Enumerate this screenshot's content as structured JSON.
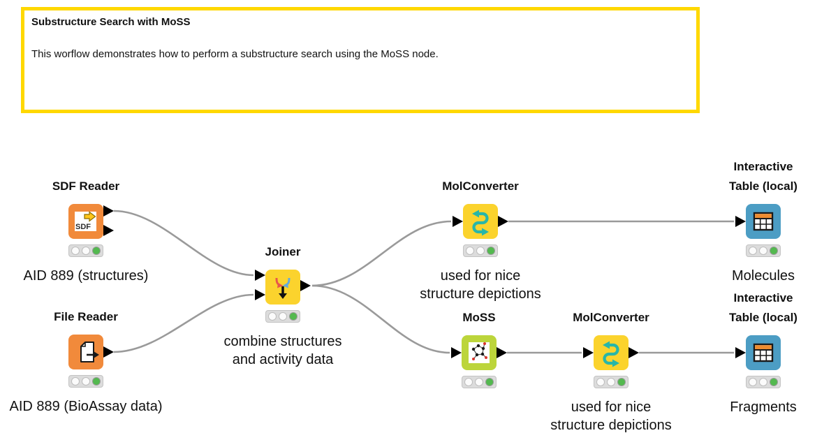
{
  "annotation": {
    "title": "Substructure Search with MoSS",
    "body": "This worflow demonstrates how to perform a substructure search using the MoSS node."
  },
  "colors": {
    "annotation_border": "#FFD800",
    "reader_orange": "#F18A3B",
    "manipulator_yellow": "#FBD32D",
    "moss_green": "#BCD53B",
    "viewer_blue": "#4C9DC4",
    "wire_gray": "#9A9A9A",
    "port_black": "#000000",
    "status_green": "#53B94F",
    "traffic_light_bg": "#DCDCDC"
  },
  "nodes": [
    {
      "id": "sdf-reader",
      "title": "SDF Reader",
      "label": "AID 889 (structures)",
      "type": "reader",
      "icon": "sdf-file-icon",
      "status": "executed"
    },
    {
      "id": "file-reader",
      "title": "File Reader",
      "label": "AID 889 (BioAssay data)",
      "type": "reader",
      "icon": "document-arrow-icon",
      "status": "executed"
    },
    {
      "id": "joiner",
      "title": "Joiner",
      "label": "combine structures\nand activity data",
      "type": "manipulator",
      "icon": "join-arrows-icon",
      "status": "executed"
    },
    {
      "id": "molconverter-1",
      "title": "MolConverter",
      "label": "used for nice\nstructure depictions",
      "type": "manipulator",
      "icon": "convert-cycle-icon",
      "status": "executed"
    },
    {
      "id": "moss",
      "title": "MoSS",
      "label": "",
      "type": "learner",
      "icon": "molecule-icon",
      "status": "executed"
    },
    {
      "id": "molconverter-2",
      "title": "MolConverter",
      "label": "used for nice\nstructure depictions",
      "type": "manipulator",
      "icon": "convert-cycle-icon",
      "status": "executed"
    },
    {
      "id": "table-molecules",
      "title": "Interactive\nTable (local)",
      "label": "Molecules",
      "type": "viewer",
      "icon": "table-icon",
      "status": "executed"
    },
    {
      "id": "table-fragments",
      "title": "Interactive\nTable (local)",
      "label": "Fragments",
      "type": "viewer",
      "icon": "table-icon",
      "status": "executed"
    }
  ],
  "connections": [
    {
      "from": "SDF Reader",
      "from_port": 1,
      "to": "Joiner",
      "to_port": 1
    },
    {
      "from": "File Reader",
      "from_port": 1,
      "to": "Joiner",
      "to_port": 2
    },
    {
      "from": "Joiner",
      "from_port": 1,
      "to": "MolConverter",
      "to_port": 1
    },
    {
      "from": "Joiner",
      "from_port": 1,
      "to": "MoSS",
      "to_port": 1
    },
    {
      "from": "MolConverter",
      "from_port": 1,
      "to": "Interactive Table (local) [Molecules]",
      "to_port": 1
    },
    {
      "from": "MoSS",
      "from_port": 1,
      "to": "MolConverter (2)",
      "to_port": 1
    },
    {
      "from": "MolConverter (2)",
      "from_port": 1,
      "to": "Interactive Table (local) [Fragments]",
      "to_port": 1
    }
  ]
}
